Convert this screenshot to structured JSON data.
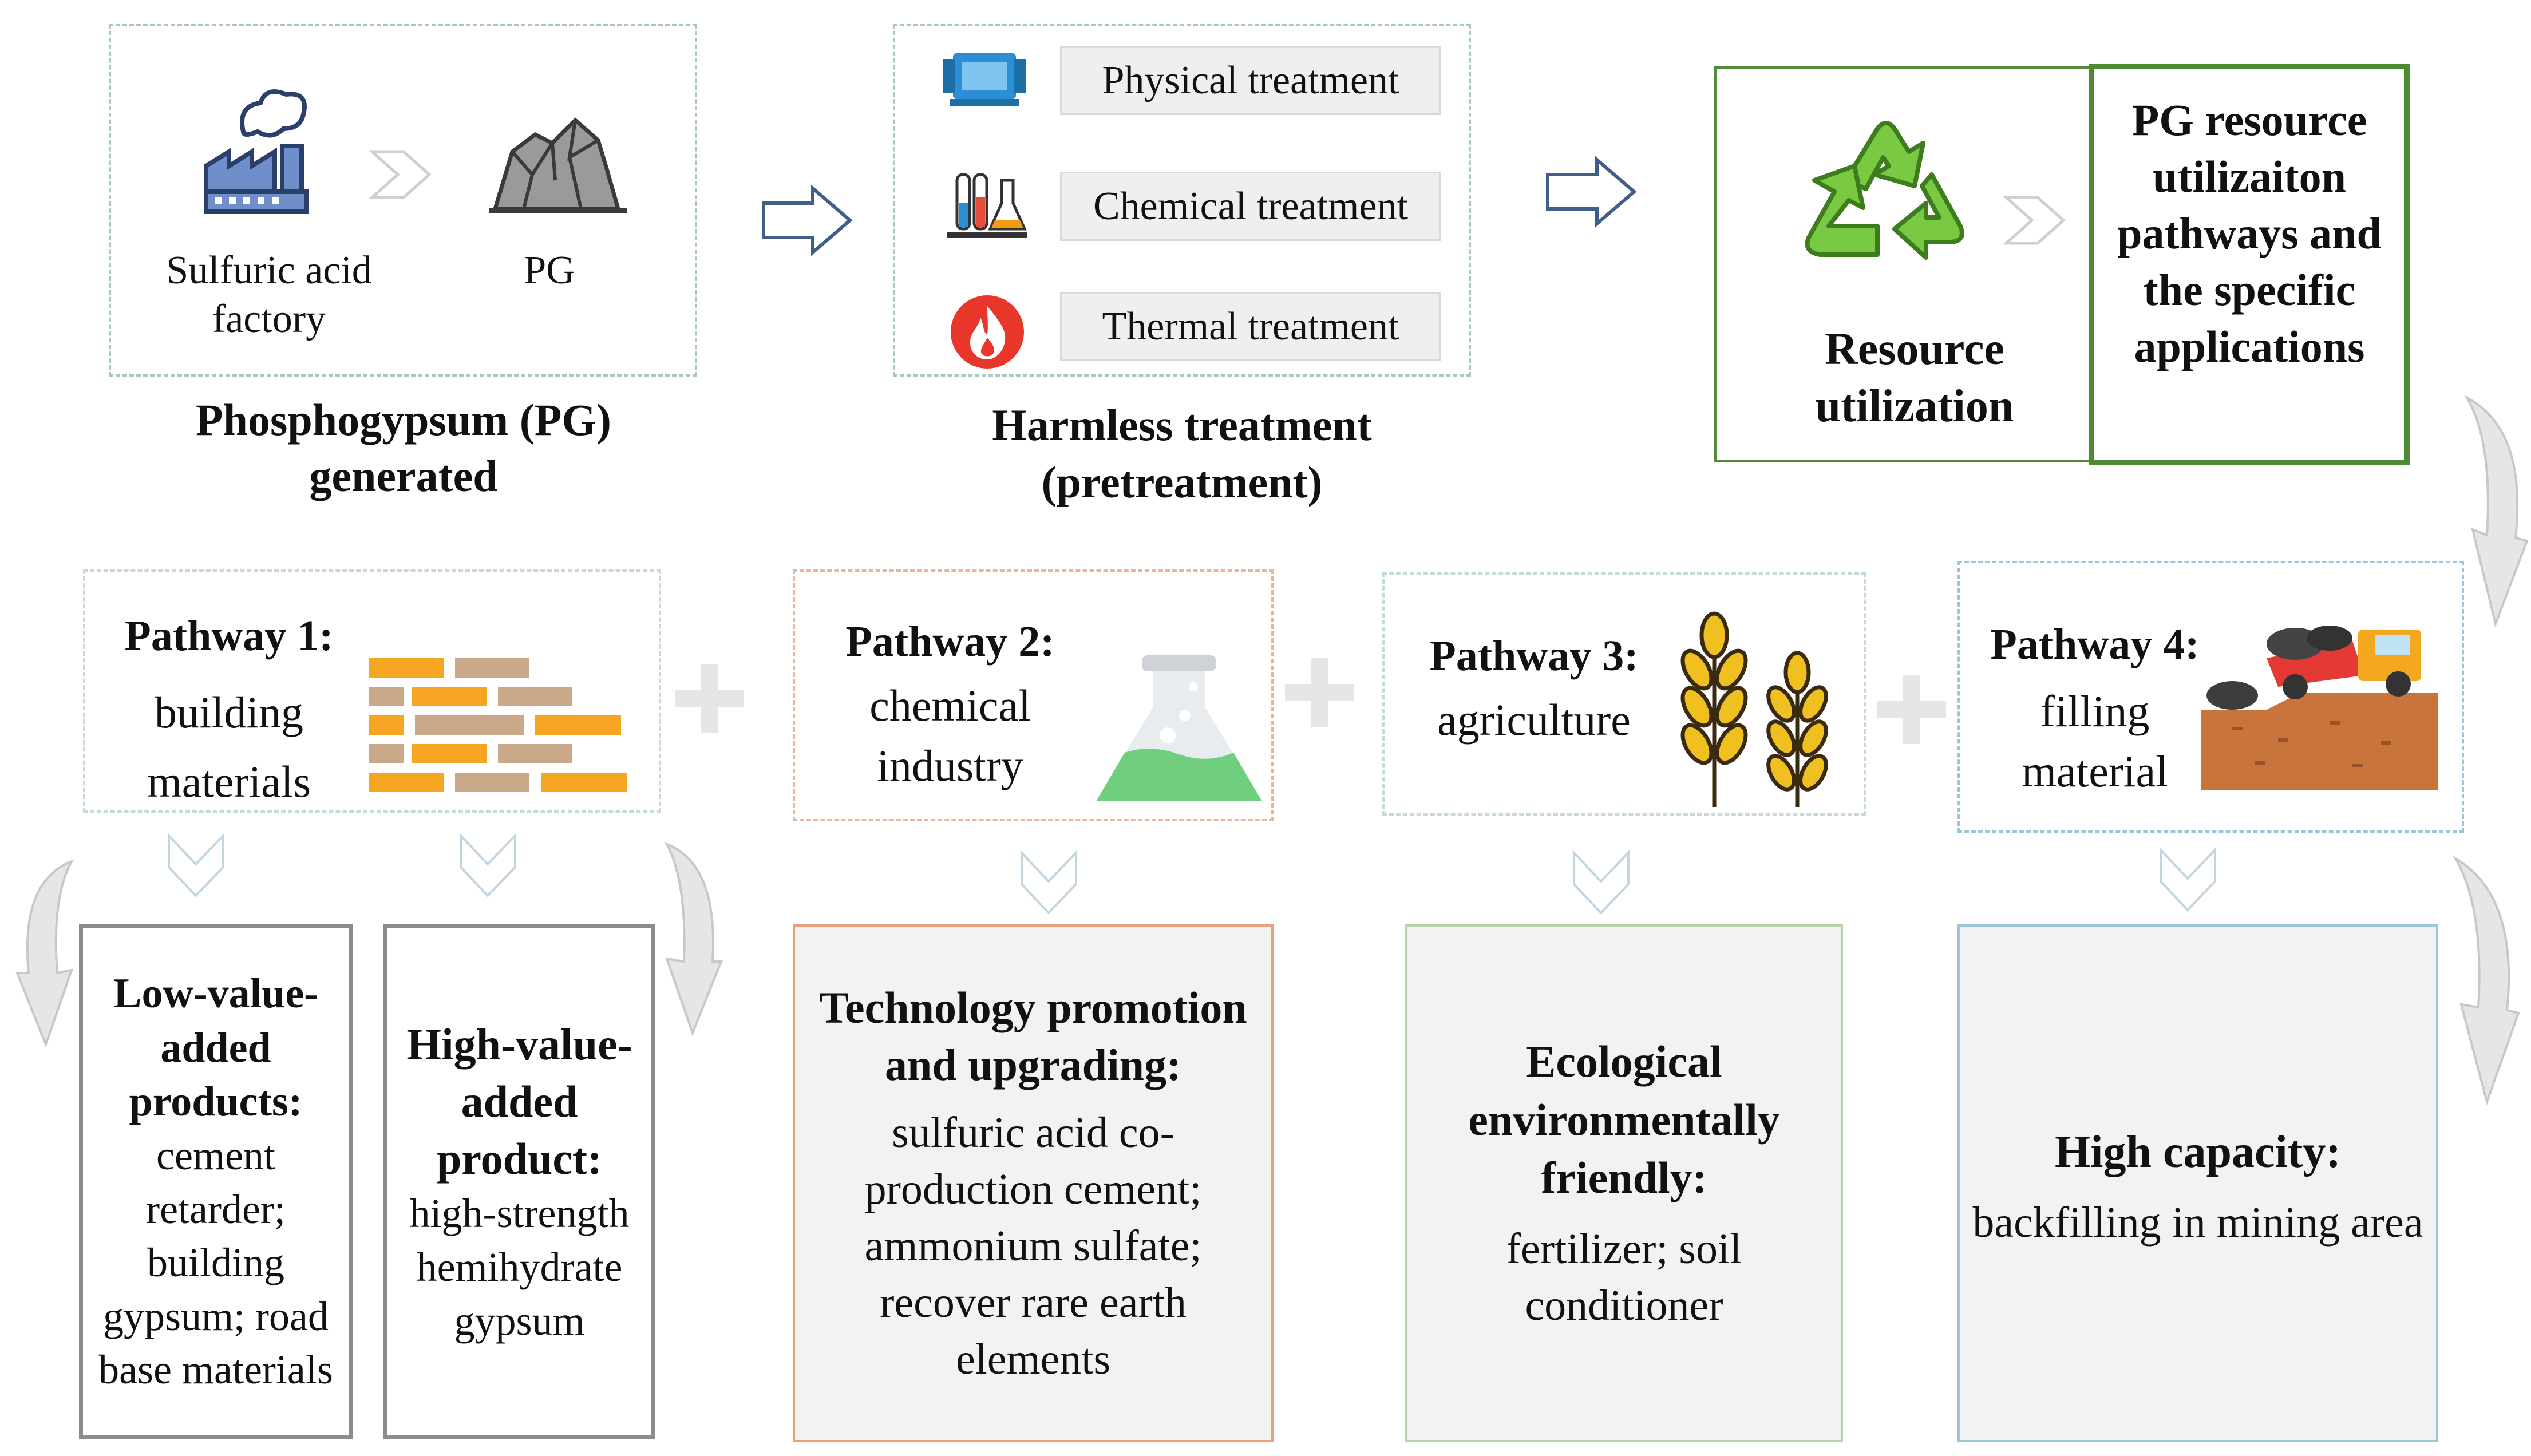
{
  "stage1": {
    "factory_label": "Sulfuric acid factory",
    "pg_label": "PG",
    "title": "Phosphogypsum (PG) generated"
  },
  "stage2": {
    "treatments": [
      "Physical treatment",
      "Chemical treatment",
      "Thermal treatment"
    ],
    "title_line1": "Harmless treatment",
    "title_line2": "(pretreatment)"
  },
  "stage3": {
    "resource_label": "Resource utilization",
    "pathways_title": "PG resource utilizaiton pathways and the specific applications"
  },
  "pathways": [
    {
      "heading": "Pathway 1:",
      "name": "building materials"
    },
    {
      "heading": "Pathway 2:",
      "name": "chemical industry"
    },
    {
      "heading": "Pathway 3:",
      "name": "agriculture"
    },
    {
      "heading": "Pathway 4:",
      "name": "filling material"
    }
  ],
  "outcomes": {
    "low_value": {
      "heading": "Low-value-added products:",
      "body": "cement retarder; building gypsum; road base materials"
    },
    "high_value": {
      "heading": "High-value-added product:",
      "body": "high-strength hemihydrate gypsum"
    },
    "technology": {
      "heading": "Technology promotion and upgrading:",
      "body": "sulfuric acid co-production cement; ammonium sulfate; recover rare earth elements"
    },
    "ecological": {
      "heading": "Ecological environmentally friendly:",
      "body": "fertilizer; soil conditioner"
    },
    "capacity": {
      "heading": "High capacity:",
      "body": "backfilling in mining area"
    }
  },
  "icons": {
    "factory": "factory-icon",
    "pg": "rock-pile-icon",
    "physical": "machine-icon",
    "chemical": "lab-glassware-icon",
    "thermal": "flame-icon",
    "recycle": "recycle-icon",
    "bricks": "brick-wall-icon",
    "flask": "flask-icon",
    "wheat": "wheat-icon",
    "truck": "dump-truck-icon"
  },
  "colors": {
    "green_border": "#4f8a34",
    "teal_dash": "#a9c9be",
    "orange_border": "#e6a27a",
    "grey_border": "#8c8c8c",
    "light_green_border": "#b8d3a6",
    "light_blue_border": "#9cc6d6",
    "arrow_blue": "#3f5f8a"
  }
}
